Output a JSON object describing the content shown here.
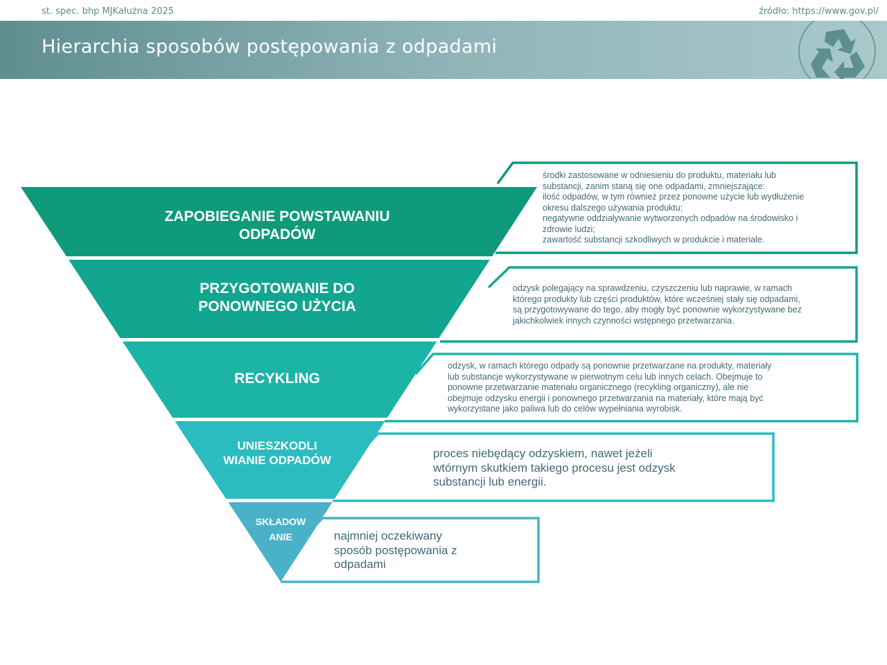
{
  "header": {
    "author": "st. spec. bhp MJKałużna 2025",
    "source": "źródło: https://www.gov.pl/",
    "title": "Hierarchia sposobów postępowania z odpadami",
    "logo": "recycle-icon"
  },
  "levels": [
    {
      "label": "ZAPOBIEGANIE POWSTAWANIU ODPADÓW",
      "color": "#0e9a7b",
      "description": [
        "środki zastosowane w odniesieniu do produktu, materiału lub",
        "substancji, zanim staną się one odpadami, zmniejszające:",
        "ilość odpadów, w tym również przez ponowne użycie lub wydłużenie",
        "okresu dalszego używania produktu;",
        "negatywne oddziaływanie wytworzonych odpadów na środowisko i",
        "zdrowie ludzi;",
        "zawartość substancji szkodliwych w produkcie i materiale."
      ]
    },
    {
      "label": "PRZYGOTOWANIE DO PONOWNEGO UŻYCIA",
      "color": "#12a58f",
      "description": [
        "odzysk polegający na sprawdzeniu, czyszczeniu lub naprawie, w ramach",
        "którego produkty lub części produktów, które wcześniej stały się odpadami,",
        "są przygotowywane do tego, aby mogły być ponownie wykorzystywane bez",
        "jakichkolwiek innych czynności wstępnego przetwarzania."
      ]
    },
    {
      "label": "RECYKLING",
      "color": "#1db4a8",
      "description": [
        "odzysk, w ramach którego odpady są ponownie przetwarzane na produkty, materiały",
        "lub substancje wykorzystywane w pierwotnym celu lub innych celach. Obejmuje to",
        "ponowne przetwarzanie materiału organicznego (recykling organiczny), ale nie",
        "obejmuje odzysku energii i ponownego przetwarzania na materiały, które mają być",
        "wykorzystane jako paliwa lub do celów wypełniania wyrobisk."
      ]
    },
    {
      "label": "UNIESZKODLI WIANIE ODPADÓW",
      "color": "#2bbcc0",
      "description": [
        "proces niebędący odzyskiem, nawet jeżeli",
        "wtórnym skutkiem takiego procesu jest odzysk",
        "substancji lub energii."
      ]
    },
    {
      "label": "SKŁADOW ANIE",
      "color": "#49b2c8",
      "description": [
        "najmniej oczekiwany",
        "sposób postępowania z",
        "odpadami"
      ]
    }
  ]
}
